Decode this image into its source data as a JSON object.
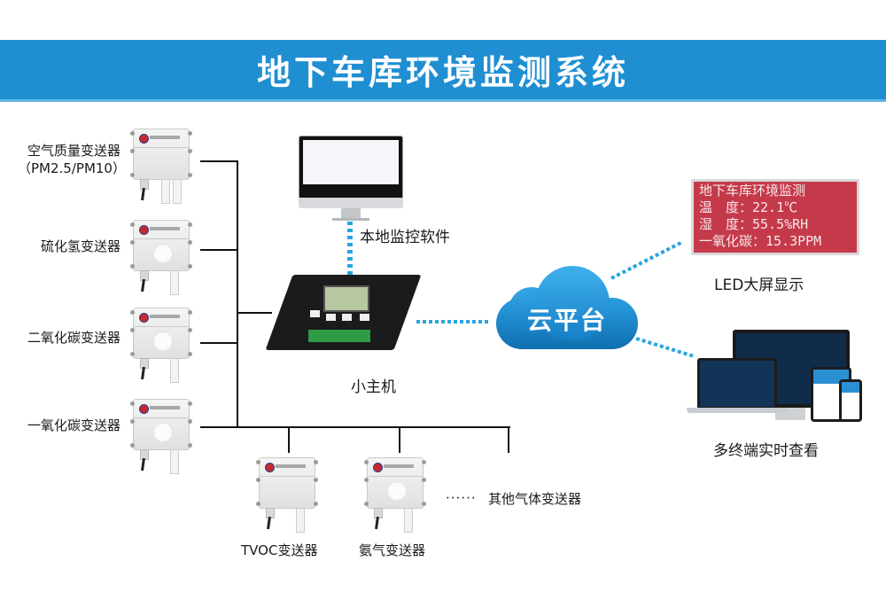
{
  "header": {
    "title": "地下车库环境监测系统",
    "background_color": "#1f8fd2"
  },
  "sensors_left": [
    {
      "label_line1": "空气质量变送器",
      "label_line2": "（PM2.5/PM10）",
      "probes": 2
    },
    {
      "label_line1": "硫化氢变送器",
      "label_line2": "",
      "probes": 1
    },
    {
      "label_line1": "二氧化碳变送器",
      "label_line2": "",
      "probes": 1
    },
    {
      "label_line1": "一氧化碳变送器",
      "label_line2": "",
      "probes": 1
    }
  ],
  "sensors_bottom": [
    {
      "label": "TVOC变送器"
    },
    {
      "label": "氨气变送器"
    }
  ],
  "other_sensors": {
    "ellipsis": "······",
    "label": "其他气体变送器"
  },
  "local_software": {
    "label": "本地监控软件"
  },
  "controller": {
    "label": "小主机"
  },
  "cloud": {
    "label": "云平台",
    "color": "#1a86c9"
  },
  "led_display": {
    "label": "LED大屏显示",
    "lines": [
      "地下车库环境监测",
      "温　度：22.1℃",
      "湿　度：55.5%RH",
      "一氧化碳：15.3PPM"
    ],
    "background_color": "#c53a4a"
  },
  "multi_terminal": {
    "label": "多终端实时查看"
  },
  "connector_color": "#2aa4e0"
}
